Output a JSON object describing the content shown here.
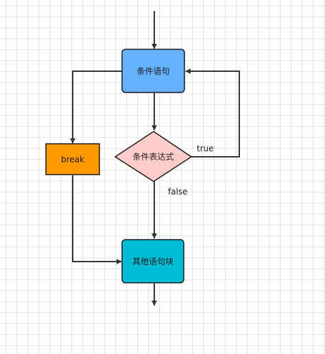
{
  "nodes": {
    "condition": {
      "label": "条件语句",
      "fill": "#66b2ff"
    },
    "expression": {
      "label": "条件表达式",
      "fill": "#ffcccc"
    },
    "break": {
      "label": "break",
      "fill": "#ff9900"
    },
    "other": {
      "label": "其他语句块",
      "fill": "#00bcd4"
    }
  },
  "edges": {
    "true_label": "true",
    "false_label": "false"
  },
  "colors": {
    "stroke": "#1a1a1a",
    "text": "#1a1a1a",
    "edge": "#333333"
  }
}
